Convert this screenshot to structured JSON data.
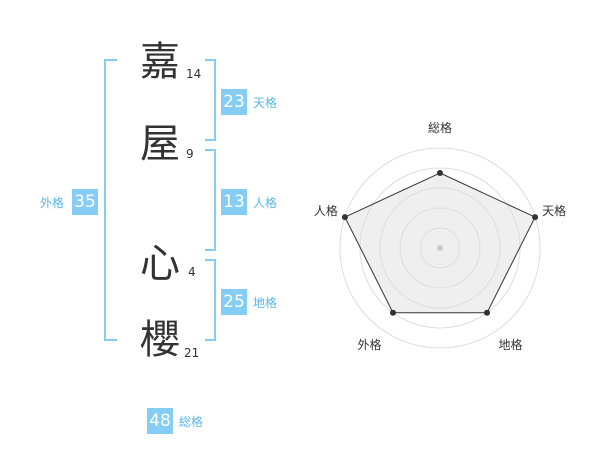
{
  "name_chars": [
    {
      "char": "嘉",
      "strokes": "14"
    },
    {
      "char": "屋",
      "strokes": "9"
    },
    {
      "char": "心",
      "strokes": "4"
    },
    {
      "char": "櫻",
      "strokes": "21"
    }
  ],
  "kaku": {
    "tenkaku": {
      "value": "23",
      "label": "天格"
    },
    "jinkaku": {
      "value": "13",
      "label": "人格"
    },
    "chikaku": {
      "value": "25",
      "label": "地格"
    },
    "gaikaku": {
      "value": "35",
      "label": "外格"
    },
    "soukaku": {
      "value": "48",
      "label": "総格"
    }
  },
  "colors": {
    "accent": "#85cdf4",
    "bracket": "#85cdf4",
    "accent_text": "#59b6ea"
  },
  "chart_data": {
    "type": "radar",
    "axes": [
      "総格",
      "天格",
      "地格",
      "外格",
      "人格"
    ],
    "values": [
      0.75,
      1.0,
      0.8,
      0.8,
      1.0
    ],
    "rings": 5
  }
}
